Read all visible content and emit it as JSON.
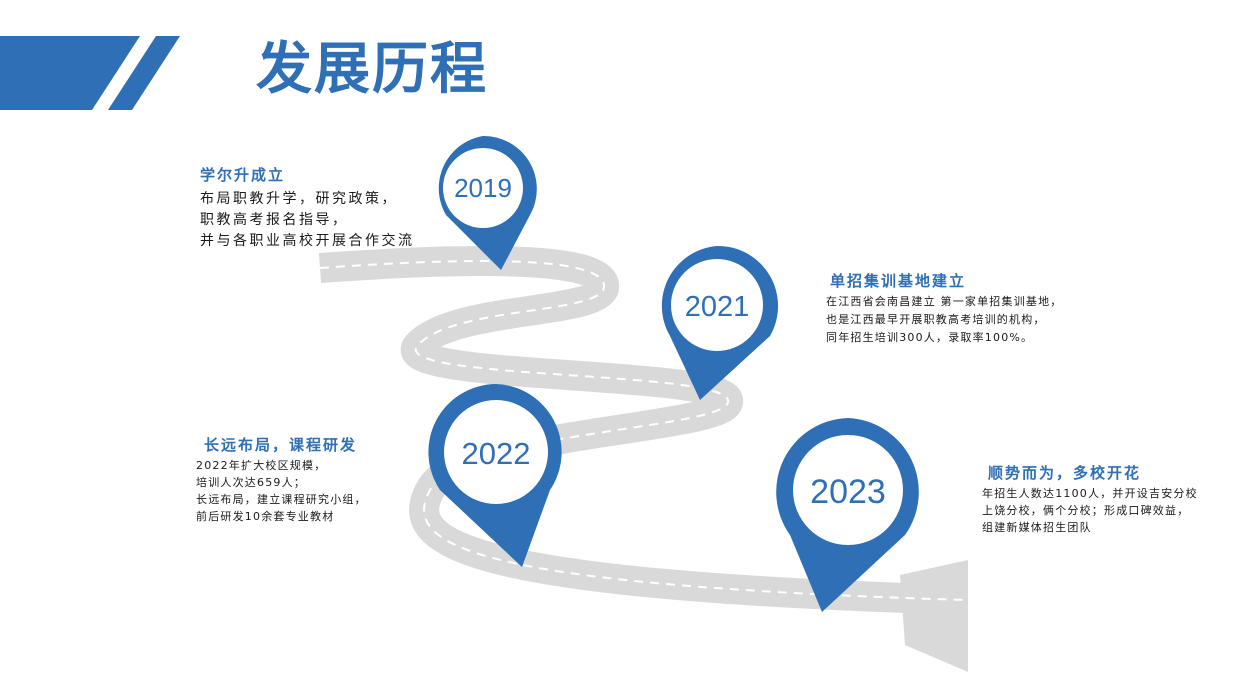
{
  "header": {
    "title": "发展历程",
    "accent_color": "#2f6fb5"
  },
  "milestones": [
    {
      "year": "2019",
      "heading": "学尔升成立",
      "lines": [
        "布局职教升学，研究政策，",
        "职教高考报名指导，",
        "并与各职业高校开展合作交流"
      ]
    },
    {
      "year": "2021",
      "heading": "单招集训基地建立",
      "lines": [
        "在江西省会南昌建立 第一家单招集训基地，",
        "也是江西最早开展职教高考培训的机构，",
        "同年招生培训300人，录取率100%。"
      ]
    },
    {
      "year": "2022",
      "heading": "长远布局，课程研发",
      "lines": [
        "2022年扩大校区规模，",
        "培训人次达659人；",
        "长远布局，建立课程研究小组，",
        "前后研发10余套专业教材"
      ]
    },
    {
      "year": "2023",
      "heading": "顺势而为，多校开花",
      "lines": [
        "年招生人数达1100人，并开设吉安分校",
        "上饶分校，俩个分校；形成口碑效益，",
        "组建新媒体招生团队"
      ]
    }
  ],
  "colors": {
    "pin": "#2f6fb5",
    "road": "#d9d9d9",
    "road_dash": "#ffffff",
    "text": "#1a1a1a"
  }
}
